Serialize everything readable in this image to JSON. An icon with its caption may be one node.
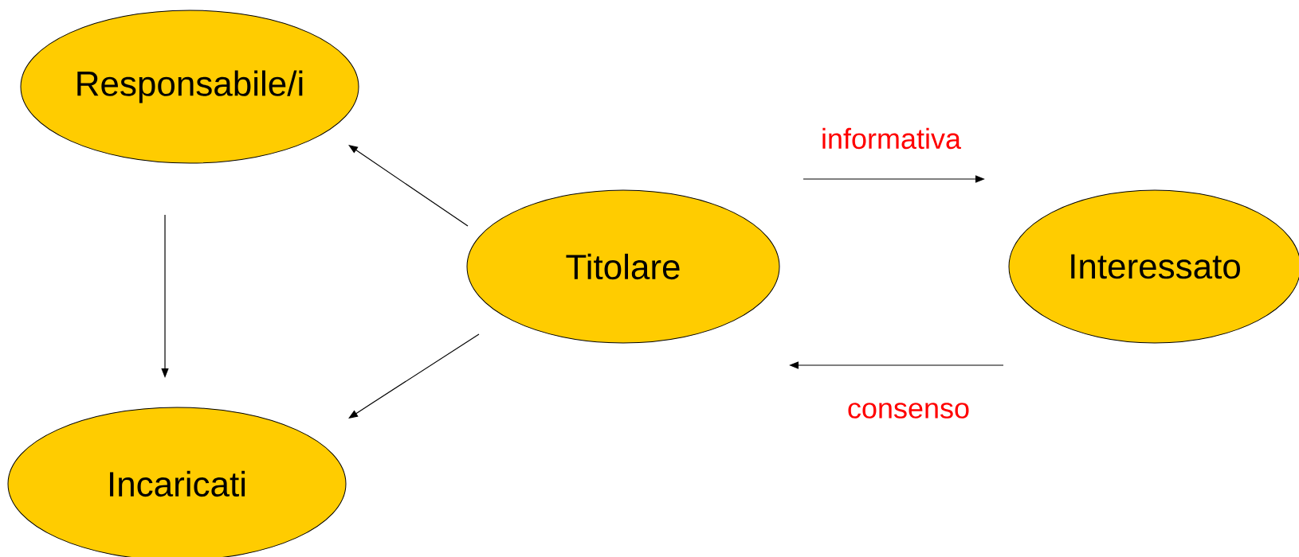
{
  "diagram": {
    "nodes": [
      {
        "text": [
          "Responsabile/i"
        ]
      },
      {
        "text": [
          "Incaricati"
        ]
      },
      {
        "text": [
          "Titolare"
        ]
      },
      {
        "text": [
          "Interessato"
        ]
      }
    ],
    "edges": [
      {
        "from": 2,
        "to": 0,
        "arrow": "to"
      },
      {
        "from": 0,
        "to": 1,
        "arrow": "to"
      },
      {
        "from": 2,
        "to": 1,
        "arrow": "to"
      },
      {
        "from": 2,
        "to": 3,
        "arrow": "to",
        "label": "informativa"
      },
      {
        "from": 3,
        "to": 2,
        "arrow": "to",
        "label": "consenso"
      }
    ]
  }
}
